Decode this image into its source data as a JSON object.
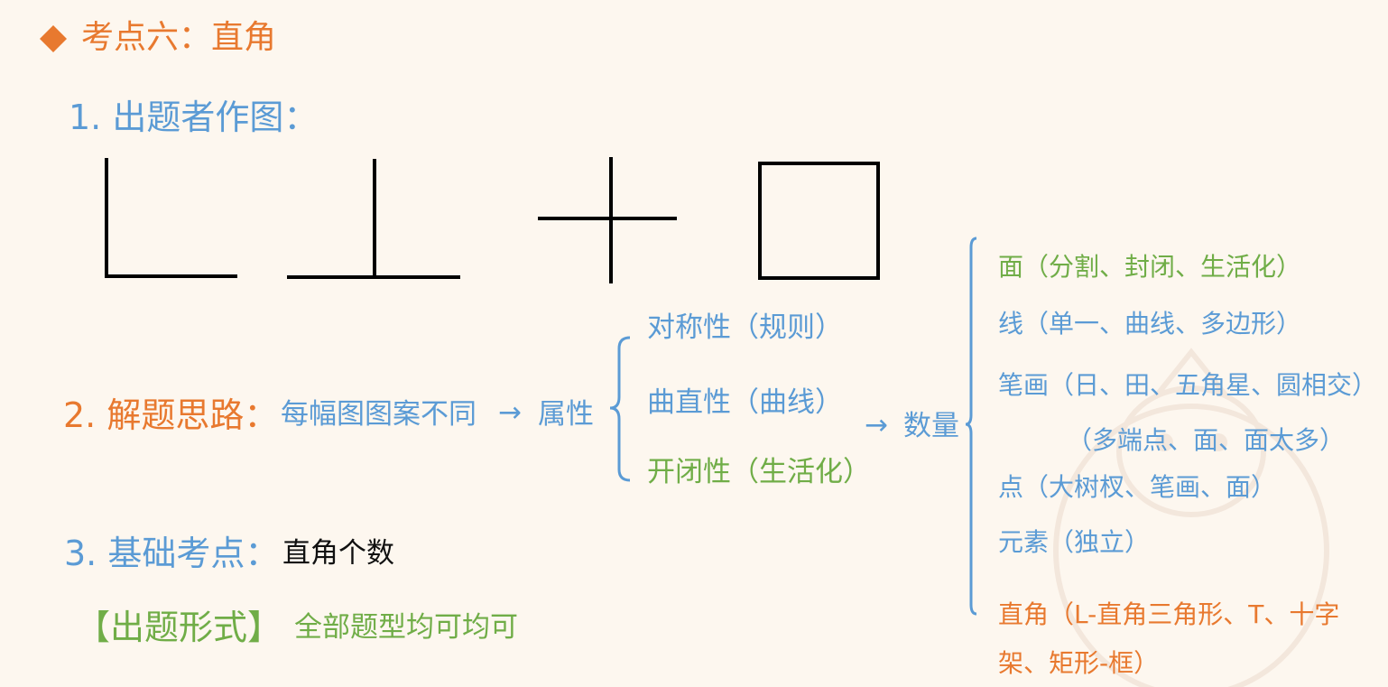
{
  "header": {
    "bullet_icon": "diamond-icon",
    "title": "考点六：直角"
  },
  "section1": {
    "label": "1. 出题者作图："
  },
  "section2": {
    "label": "2. 解题思路：",
    "step1": "每幅图图案不同",
    "arrow1": "→",
    "step2": "属性",
    "properties": [
      "对称性（规则）",
      "曲直性（曲线）",
      "开闭性（生活化）"
    ],
    "arrow2": "→",
    "step3": "数量",
    "quantities": {
      "q1": "面（分割、封闭、生活化）",
      "q2": "线（单一、曲线、多边形）",
      "q3": "笔画（日、田、五角星、圆相交）",
      "q3b": "（多端点、面、面太多）",
      "q4": "点（大树杈、笔画、面）",
      "q5": "元素（独立）",
      "q6a": "直角（L-直角三角形、T、十字",
      "q6b": "架、矩形-框）"
    }
  },
  "section3": {
    "label": "3. 基础考点：",
    "value": "直角个数"
  },
  "format": {
    "label": "【出题形式】",
    "value": "全部题型均可均可"
  },
  "colors": {
    "orange": "#e8792f",
    "blue": "#5b9bd5",
    "green": "#70ad47",
    "background": "#fdf7ef"
  }
}
